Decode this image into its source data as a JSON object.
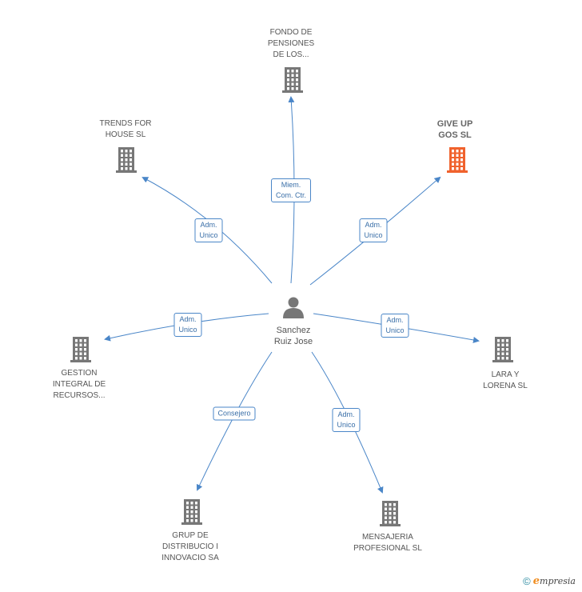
{
  "center": {
    "label": "Sanchez\nRuiz Jose"
  },
  "colors": {
    "edge": "#4a86c8",
    "building": "#777777",
    "highlight": "#f0622d"
  },
  "nodes": [
    {
      "id": "fondo",
      "label": "FONDO DE\nPENSIONES\nDE LOS...",
      "highlight": false
    },
    {
      "id": "trends",
      "label": "TRENDS FOR\nHOUSE SL",
      "highlight": false
    },
    {
      "id": "giveup",
      "label": "GIVE UP\nGOS SL",
      "highlight": true
    },
    {
      "id": "gestion",
      "label": "GESTION\nINTEGRAL DE\nRECURSOS...",
      "highlight": false
    },
    {
      "id": "lara",
      "label": "LARA Y\nLORENA  SL",
      "highlight": false
    },
    {
      "id": "grup",
      "label": "GRUP DE\nDISTRIBUCIO I\nINNOVACIO SA",
      "highlight": false
    },
    {
      "id": "mensajeria",
      "label": "MENSAJERIA\nPROFESIONAL SL",
      "highlight": false
    }
  ],
  "edges": [
    {
      "to": "fondo",
      "label": "Miem.\nCom. Ctr."
    },
    {
      "to": "trends",
      "label": "Adm.\nUnico"
    },
    {
      "to": "giveup",
      "label": "Adm.\nUnico"
    },
    {
      "to": "gestion",
      "label": "Adm.\nUnico"
    },
    {
      "to": "lara",
      "label": "Adm.\nUnico"
    },
    {
      "to": "grup",
      "label": "Consejero"
    },
    {
      "to": "mensajeria",
      "label": "Adm.\nUnico"
    }
  ],
  "footer": {
    "copyright": "©",
    "brand_initial": "e",
    "brand_rest": "mpresia"
  }
}
